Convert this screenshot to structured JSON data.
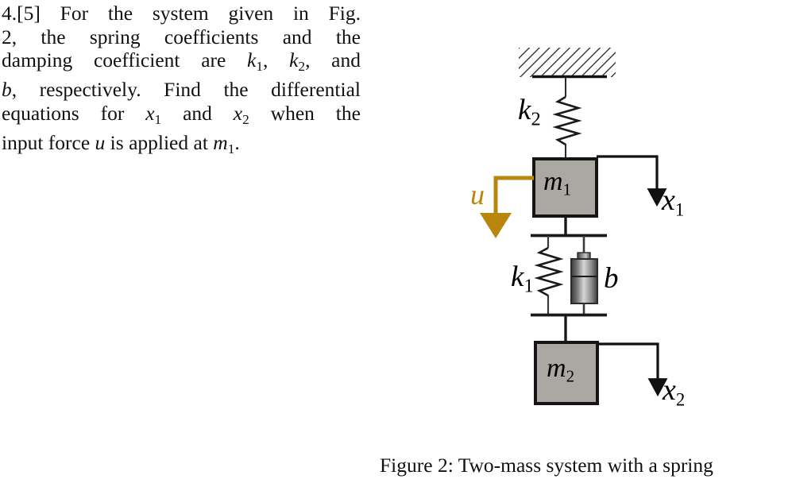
{
  "problem": {
    "number": "4.[5]",
    "lines": [
      [
        "4.[5]",
        "For",
        "the",
        "system",
        "given",
        "in",
        "Fig."
      ],
      [
        "2,",
        "the",
        "spring",
        "coefficients",
        "and",
        "the"
      ],
      [
        "damping",
        "coefficient",
        "are",
        "k₁,",
        "k₂,",
        "and"
      ],
      [
        "b,",
        "respectively.",
        "Find",
        "the",
        "differential"
      ],
      [
        "equations",
        "for",
        "x₁",
        "and",
        "x₂",
        "when",
        "the"
      ],
      [
        "input",
        "force",
        "u",
        "is",
        "applied",
        "at",
        "m₁."
      ]
    ],
    "full_text": "4.[5] For the system given in Fig. 2, the spring coefficients and the damping coefficient are k1, k2, and b, respectively. Find the differential equations for x1 and x2 when the input force u is applied at m1."
  },
  "figure": {
    "caption": "Figure 2: Two-mass system with a spring",
    "ground": {
      "label": "fixed-ground-hatch",
      "hatch_color": "#222222",
      "line_color": "#111111"
    },
    "spring_top": {
      "symbol": "k",
      "subscript": "2",
      "label": "k2",
      "color": "#1a1a1a"
    },
    "spring_bottom": {
      "symbol": "k",
      "subscript": "1",
      "label": "k1",
      "color": "#1a1a1a"
    },
    "damper": {
      "symbol": "b",
      "label": "b",
      "body_color_dark": "#3a3a3a",
      "body_color_light": "#d8d8d8"
    },
    "mass_1": {
      "symbol": "m",
      "subscript": "1",
      "label": "m1",
      "fill": "#aba8a3",
      "stroke": "#151515"
    },
    "mass_2": {
      "symbol": "m",
      "subscript": "2",
      "label": "m2",
      "fill": "#aba8a3",
      "stroke": "#151515"
    },
    "input_force": {
      "symbol": "u",
      "label": "u",
      "color": "#b8860b"
    },
    "displacement_1": {
      "symbol": "x",
      "subscript": "1",
      "label": "x1",
      "color": "#111111"
    },
    "displacement_2": {
      "symbol": "x",
      "subscript": "2",
      "label": "x2",
      "color": "#111111"
    }
  }
}
